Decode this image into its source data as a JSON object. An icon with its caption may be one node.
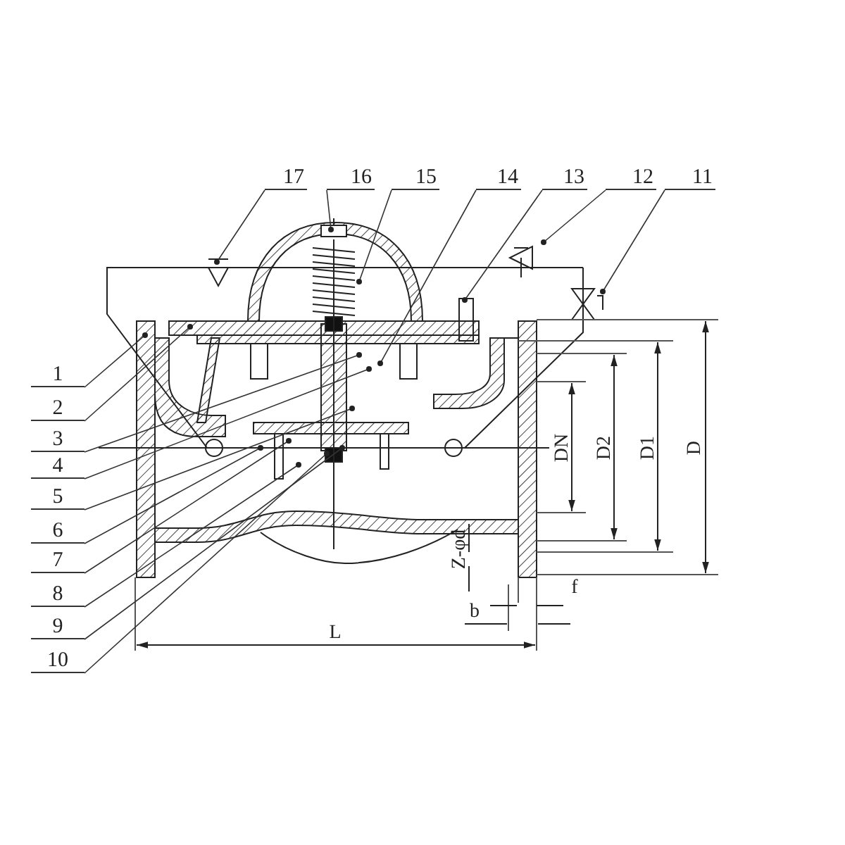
{
  "diagram": {
    "nodes": [
      {
        "text": [
          "1"
        ]
      },
      {
        "text": [
          "2"
        ]
      },
      {
        "text": [
          "3"
        ]
      },
      {
        "text": [
          "4"
        ]
      },
      {
        "text": [
          "5"
        ]
      },
      {
        "text": [
          "6"
        ]
      },
      {
        "text": [
          "7"
        ]
      },
      {
        "text": [
          "8"
        ]
      },
      {
        "text": [
          "9"
        ]
      },
      {
        "text": [
          "10"
        ]
      },
      {
        "text": [
          "11"
        ]
      },
      {
        "text": [
          "12"
        ]
      },
      {
        "text": [
          "13"
        ]
      },
      {
        "text": [
          "14"
        ]
      },
      {
        "text": [
          "15"
        ]
      },
      {
        "text": [
          "16"
        ]
      },
      {
        "text": [
          "17"
        ]
      }
    ],
    "edges": [
      {
        "from": 0,
        "to": null,
        "arrow": "other"
      },
      {
        "from": 1,
        "to": null,
        "arrow": "other"
      },
      {
        "from": 2,
        "to": null,
        "arrow": "other"
      },
      {
        "from": 3,
        "to": null,
        "arrow": "other"
      },
      {
        "from": 4,
        "to": null,
        "arrow": "other"
      },
      {
        "from": 5,
        "to": null,
        "arrow": "other"
      },
      {
        "from": 6,
        "to": null,
        "arrow": "other"
      },
      {
        "from": 7,
        "to": null,
        "arrow": "other"
      },
      {
        "from": 8,
        "to": null,
        "arrow": "other"
      },
      {
        "from": 9,
        "to": null,
        "arrow": "other"
      },
      {
        "from": 10,
        "to": null,
        "arrow": "other"
      },
      {
        "from": 11,
        "to": null,
        "arrow": "other"
      },
      {
        "from": 12,
        "to": null,
        "arrow": "other"
      },
      {
        "from": 13,
        "to": null,
        "arrow": "other"
      },
      {
        "from": 14,
        "to": null,
        "arrow": "other"
      },
      {
        "from": 15,
        "to": null,
        "arrow": "other"
      },
      {
        "from": 16,
        "to": null,
        "arrow": "other"
      }
    ],
    "labels": [
      "DN",
      "D2",
      "D1",
      "D",
      "Z-φd",
      "b",
      "f",
      "L"
    ]
  }
}
